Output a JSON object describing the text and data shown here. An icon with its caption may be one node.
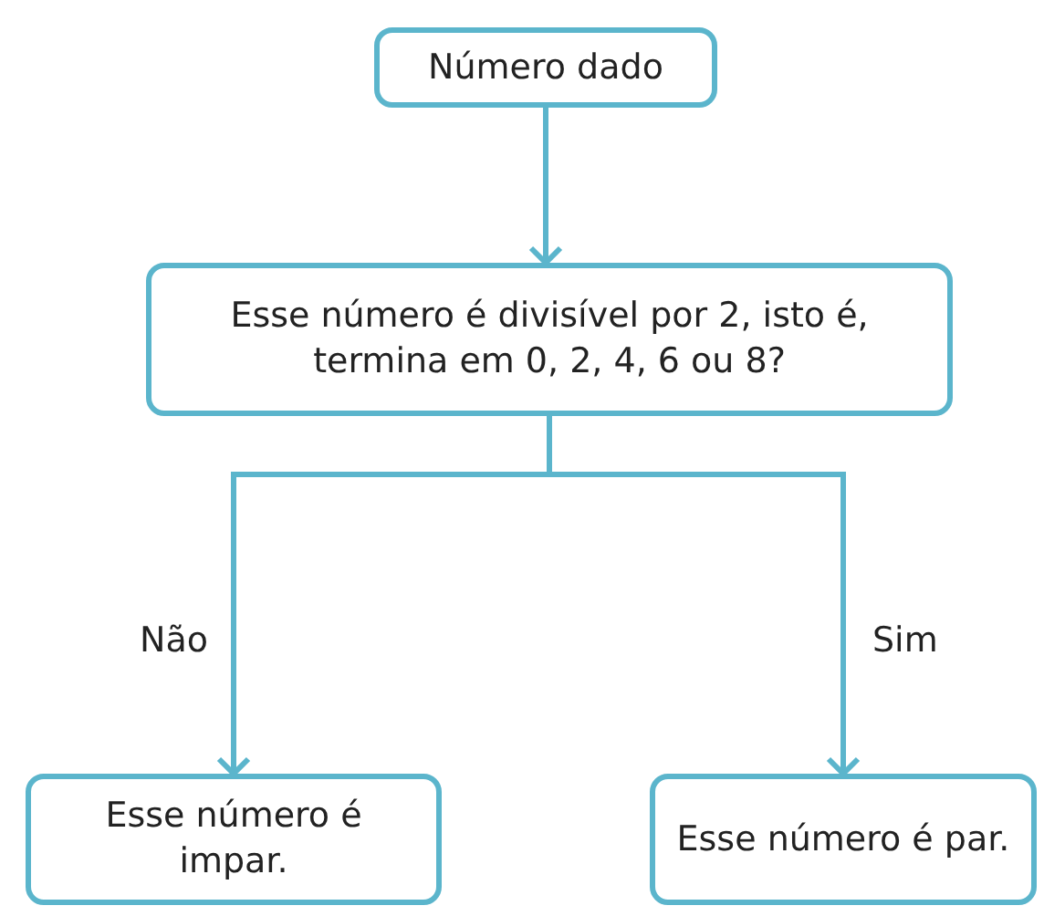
{
  "diagram": {
    "nodes": [
      {
        "text": [
          "Número dado"
        ]
      },
      {
        "text": [
          "Esse número é divisível por 2, isto é, termina em 0, 2, 4, 6 ou 8?"
        ]
      },
      {
        "text": [
          "Esse número é impar."
        ]
      },
      {
        "text": [
          "Esse número é par."
        ]
      }
    ],
    "edges": [
      {
        "from": 0,
        "to": 1,
        "arrow": "to"
      },
      {
        "from": 1,
        "to": 2,
        "arrow": "to",
        "label": "Não"
      },
      {
        "from": 1,
        "to": 3,
        "arrow": "to",
        "label": "Sim"
      }
    ]
  }
}
